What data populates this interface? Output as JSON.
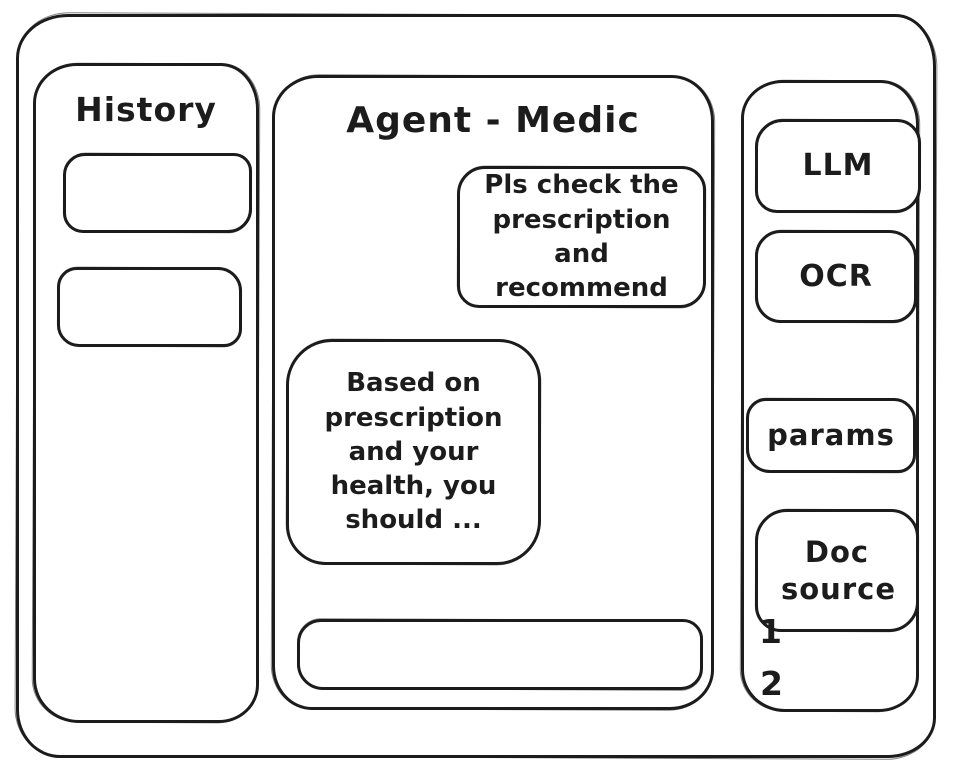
{
  "theme": {
    "ink_color": "#1c1c1c",
    "background_color": "#ffffff"
  },
  "history_panel": {
    "title": "History",
    "items": [
      "",
      ""
    ]
  },
  "chat_panel": {
    "title": "Agent - Medic",
    "messages": [
      {
        "role": "user",
        "text": "Pls check the prescription and recommend"
      },
      {
        "role": "agent",
        "text": "Based on prescription and your health, you should ..."
      }
    ],
    "input_value": ""
  },
  "tools_panel": {
    "llm_button": "LLM",
    "ocr_button": "OCR",
    "params_button": "params",
    "doc_source_button": "Doc source",
    "doc_source_items": [
      "1",
      "2"
    ]
  }
}
